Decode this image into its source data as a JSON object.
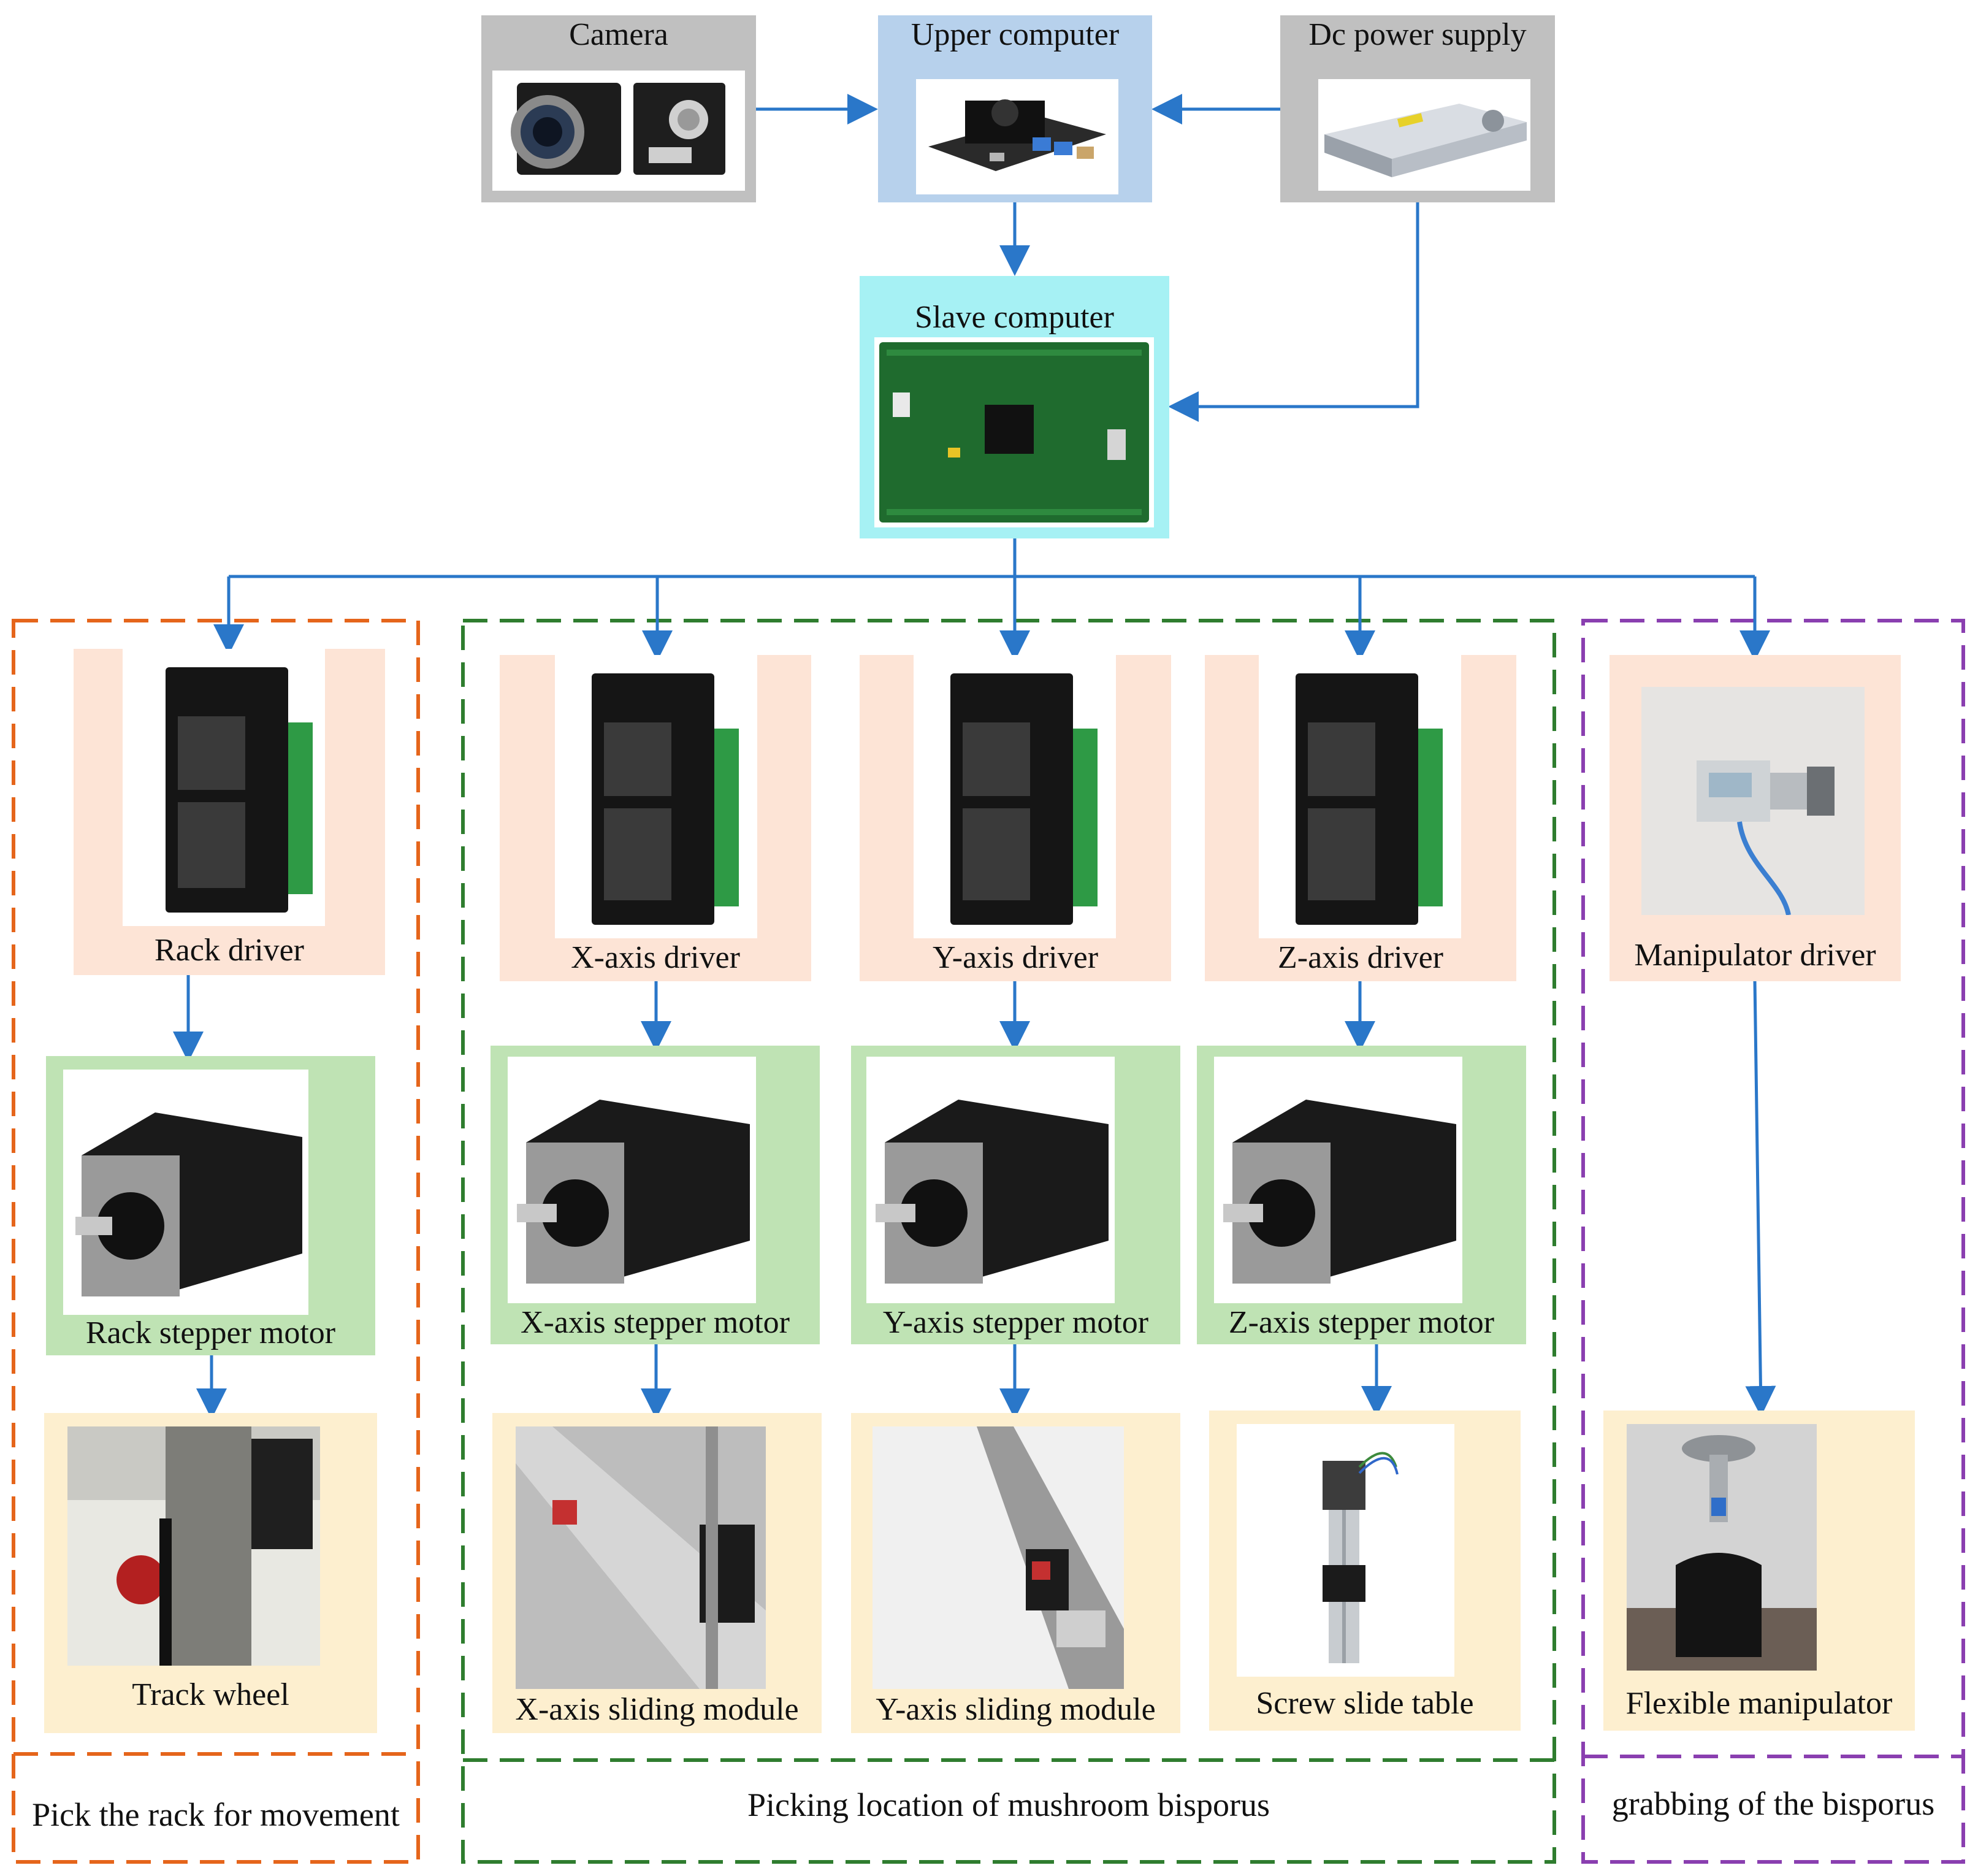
{
  "top": {
    "camera": "Camera",
    "upper_computer": "Upper computer",
    "dc_power_supply": "Dc power supply",
    "slave_computer": "Slave computer"
  },
  "drivers": {
    "rack": "Rack driver",
    "x": "X-axis driver",
    "y": "Y-axis driver",
    "z": "Z-axis driver",
    "manipulator": "Manipulator driver"
  },
  "motors": {
    "rack": "Rack stepper motor",
    "x": "X-axis stepper motor",
    "y": "Y-axis stepper motor",
    "z": "Z-axis stepper motor"
  },
  "mechanisms": {
    "rack": "Track wheel",
    "x": "X-axis sliding module",
    "y": "Y-axis sliding module",
    "z": "Screw slide table",
    "manipulator": "Flexible manipulator"
  },
  "regions": {
    "rack": "Pick the rack for movement",
    "xyz": "Picking location of mushroom bisporus",
    "manipulator": "grabbing of the bisporus"
  },
  "colors": {
    "camera_bg": "#c0c0c0",
    "upper_bg": "#b7d1ec",
    "power_bg": "#c0c0c0",
    "slave_bg": "#a6f1f4",
    "driver_bg": "#fde4d6",
    "motor_bg": "#bfe3b4",
    "mechanism_bg": "#fdefcf",
    "arrow": "#2a77c9",
    "region_rack": "#e5651b",
    "region_xyz": "#2f7d2f",
    "region_manip": "#8a3fb0"
  }
}
